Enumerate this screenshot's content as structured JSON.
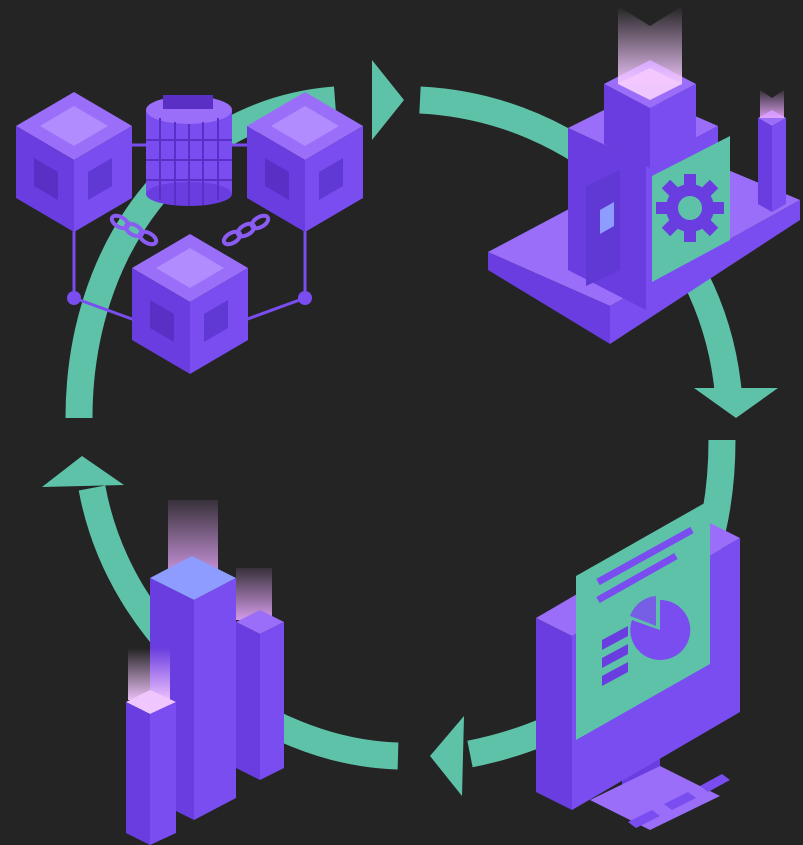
{
  "diagram": {
    "type": "cycle",
    "stages": [
      {
        "id": "blockchain",
        "icon": "blockchain-network-icon"
      },
      {
        "id": "factory",
        "icon": "factory-gear-icon"
      },
      {
        "id": "analytics",
        "icon": "monitor-dashboard-icon"
      },
      {
        "id": "towers",
        "icon": "data-towers-icon"
      }
    ],
    "colors": {
      "background": "#242424",
      "arrow": "#5ec2a9",
      "purple": "#7a4df0",
      "purple_light": "#9a6ef8",
      "purple_dark": "#5a2fc6",
      "glow": "#f0c6ff"
    }
  }
}
